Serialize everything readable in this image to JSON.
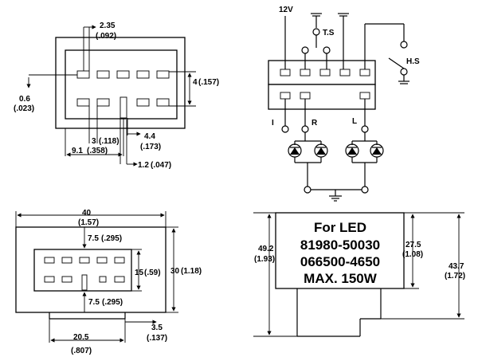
{
  "connector_top": {
    "dims": {
      "d1": "2.35",
      "d1_in": "(.092)",
      "d2": "0.6",
      "d2_in": "(.023)",
      "d3": "4",
      "d3_in": "(.157)",
      "d4": "3",
      "d4_in": "(.118)",
      "d5": "4.4",
      "d5_in": "(.173)",
      "d6": "9.1",
      "d6_in": "(.358)",
      "d7": "1.2",
      "d7_in": "(.047)"
    }
  },
  "schematic": {
    "v12": "12V",
    "ts": "T.S",
    "hs": "H.S",
    "i": "I",
    "r": "R",
    "l": "L"
  },
  "bottom_left": {
    "w": "40",
    "w_in": "(1.57)",
    "p1": "7.5",
    "p1_in": "(.295)",
    "h1": "15",
    "h1_in": "(.59)",
    "h2": "30",
    "h2_in": "(1.18)",
    "p2": "7.5",
    "p2_in": "(.295)",
    "b": "20.5",
    "b_in": "(.807)",
    "pin": "3.5",
    "pin_in": "(.137)"
  },
  "bottom_right": {
    "line1": "For LED",
    "line2": "81980-50030",
    "line3": "066500-4650",
    "line4": "MAX. 150W",
    "h_left": "49.2",
    "h_left_in": "(1.93)",
    "h_mid": "27.5",
    "h_mid_in": "(1.08)",
    "h_right": "43.7",
    "h_right_in": "(1.72)"
  }
}
